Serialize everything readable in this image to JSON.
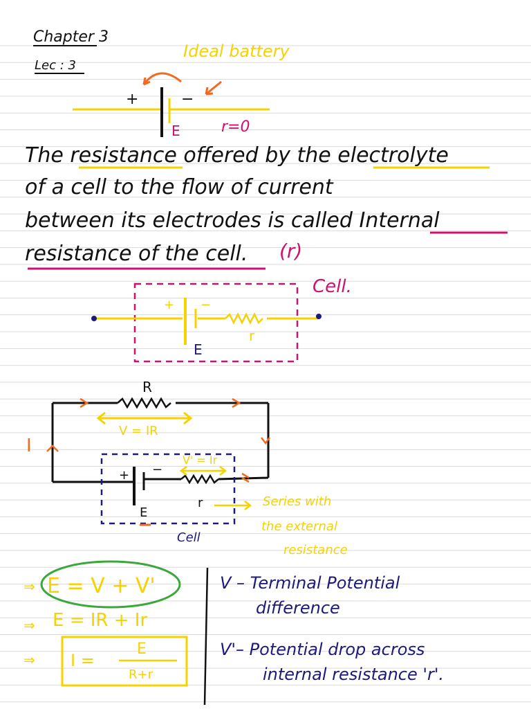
{
  "header": {
    "chapter": "Chapter 3",
    "lecture": "Lec : 3"
  },
  "ideal_battery": {
    "title": "Ideal battery",
    "plus": "+",
    "minus": "−",
    "emf_label": "E",
    "r_label": "r=0"
  },
  "definition": {
    "line1": "The resistance offered by the electrolyte",
    "line2": "of a cell to the flow of current",
    "line3": "between its electrodes is called Internal",
    "line4": "resistance of the cell.",
    "symbol": "(r)"
  },
  "cell_diagram": {
    "label": "Cell.",
    "plus": "+",
    "minus": "−",
    "emf_label": "E",
    "r_label": "r"
  },
  "circuit": {
    "R_label": "R",
    "V_label": "V = IR",
    "I_label": "I",
    "Vprime_label": "V' = Ir",
    "plus": "+",
    "minus": "−",
    "emf_label": "E",
    "r_label": "r",
    "cell_label": "Cell",
    "note_line1": "Series with",
    "note_line2": "the external",
    "note_line3": "resistance"
  },
  "equations": {
    "eq1": "E = V + V'",
    "eq2": "E = IR + Ir",
    "eq3_num": "E",
    "eq3_lhs": "I =",
    "eq3_den": "R+r",
    "arrow": "⇒"
  },
  "definitions": {
    "v_line1": "V – Terminal Potential",
    "v_line2": "difference",
    "vp_line1": "V'– Potential drop across",
    "vp_line2": "internal resistance 'r'."
  },
  "colors": {
    "ink": "#111111",
    "yellow": "#f5d200",
    "magenta": "#d0106e",
    "orange": "#f26a21",
    "green": "#3aa83a",
    "navy": "#1c1a7a",
    "rule": "#d9d9d9"
  }
}
